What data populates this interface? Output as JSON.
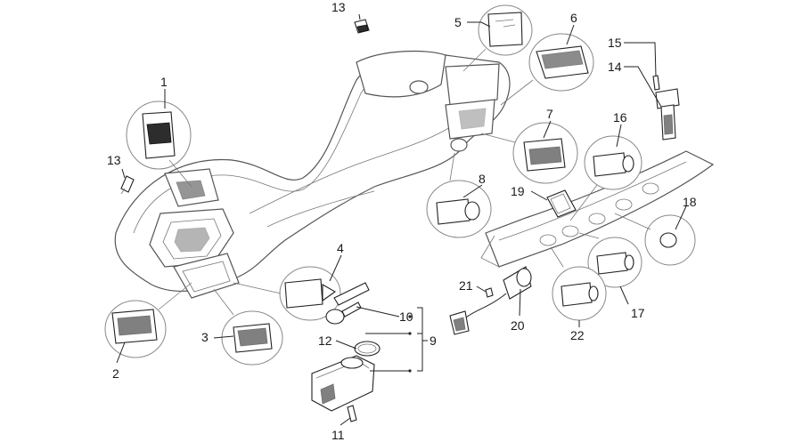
{
  "callouts": [
    {
      "id": "c1",
      "text": "1"
    },
    {
      "id": "c2",
      "text": "2"
    },
    {
      "id": "c3",
      "text": "3"
    },
    {
      "id": "c4",
      "text": "4"
    },
    {
      "id": "c5",
      "text": "5"
    },
    {
      "id": "c6",
      "text": "6"
    },
    {
      "id": "c7",
      "text": "7"
    },
    {
      "id": "c8",
      "text": "8"
    },
    {
      "id": "c9",
      "text": "9"
    },
    {
      "id": "c10",
      "text": "10"
    },
    {
      "id": "c11",
      "text": "11"
    },
    {
      "id": "c12",
      "text": "12"
    },
    {
      "id": "c13a",
      "text": "13"
    },
    {
      "id": "c13b",
      "text": "13"
    },
    {
      "id": "c14",
      "text": "14"
    },
    {
      "id": "c15",
      "text": "15"
    },
    {
      "id": "c16",
      "text": "16"
    },
    {
      "id": "c17",
      "text": "17"
    },
    {
      "id": "c18",
      "text": "18"
    },
    {
      "id": "c19",
      "text": "19"
    },
    {
      "id": "c20",
      "text": "20"
    },
    {
      "id": "c21",
      "text": "21"
    },
    {
      "id": "c22",
      "text": "22"
    }
  ]
}
